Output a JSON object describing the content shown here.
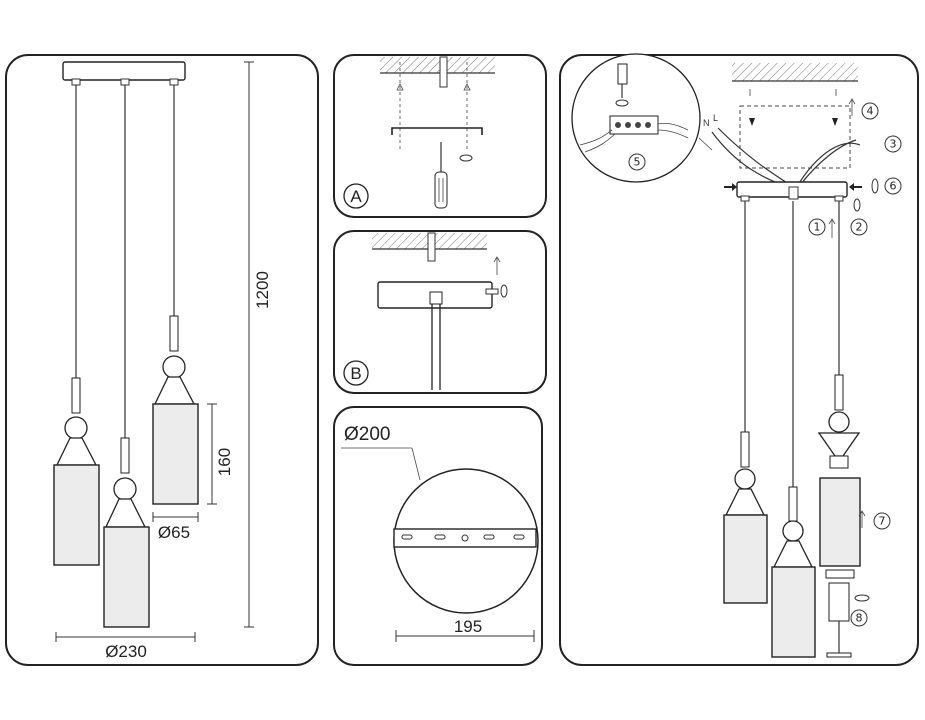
{
  "dimensions": {
    "height_total": "1200",
    "shade_height": "160",
    "shade_diameter": "Ø65",
    "overall_diameter": "Ø230",
    "canopy_diameter": "Ø200",
    "bracket_length": "195"
  },
  "panel_labels": {
    "a": "A",
    "b": "B"
  },
  "steps": [
    "1",
    "2",
    "3",
    "4",
    "5",
    "6",
    "7",
    "8"
  ],
  "wires": {
    "neutral": "N",
    "live": "L"
  }
}
